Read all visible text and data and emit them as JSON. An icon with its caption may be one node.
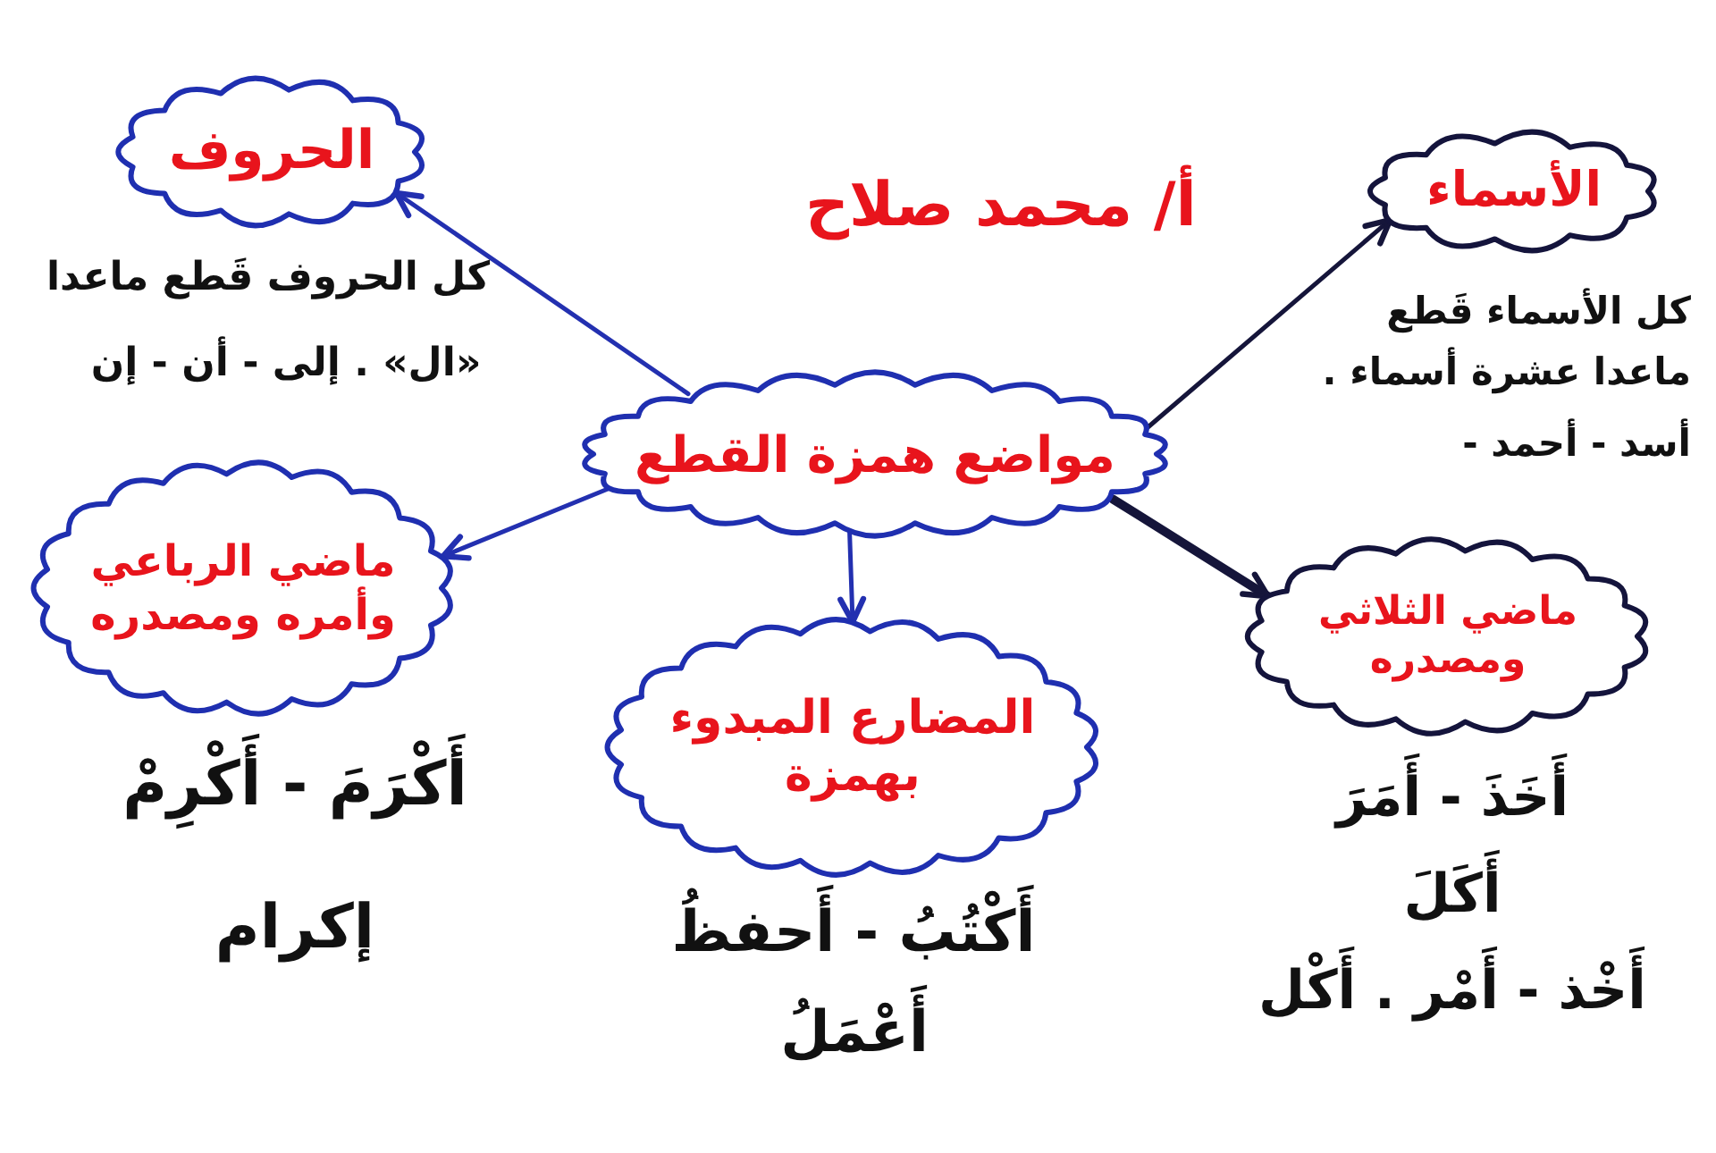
{
  "diagram": {
    "nodes": [
      {
        "text": [
          "مواضع همزة القطع"
        ]
      },
      {
        "text": [
          "الأسماء"
        ],
        "beside": [
          "كل الأسماء قَطع ماعدا عشرة أسماء .",
          "أسد - أحمد -"
        ]
      },
      {
        "text": [
          "الحروف"
        ],
        "beside": [
          "كل الحروف قَطع ماعدا",
          "«ال» . إلى - أن - إن"
        ]
      },
      {
        "text": [
          "ماضي الثلاثي ومصدره"
        ],
        "beside": [
          "أَخَذَ - أَمَرَ",
          "أَكَلَ",
          "أَخْذ - أَمْر . أَكْل"
        ]
      },
      {
        "text": [
          "ماضي الرباعي وأمره ومصدره"
        ],
        "beside": [
          "أَكْرَمَ - أَكْرِمْ",
          "إكرام"
        ]
      },
      {
        "text": [
          "المضارع المبدوء بهمزة"
        ],
        "beside": [
          "أَكْتُبُ - أَحفظُ",
          "أَعْمَلُ"
        ]
      }
    ],
    "edges": [
      {
        "from": 0,
        "to": 1,
        "arrow": "to",
        "color": "#15153a"
      },
      {
        "from": 0,
        "to": 2,
        "arrow": "to"
      },
      {
        "from": 0,
        "to": 3,
        "arrow": "to",
        "style": "thick",
        "color": "#15153a"
      },
      {
        "from": 0,
        "to": 4,
        "arrow": "to"
      },
      {
        "from": 0,
        "to": 5,
        "arrow": "to"
      }
    ],
    "labels": [
      "أ/ محمد صلاح"
    ]
  }
}
